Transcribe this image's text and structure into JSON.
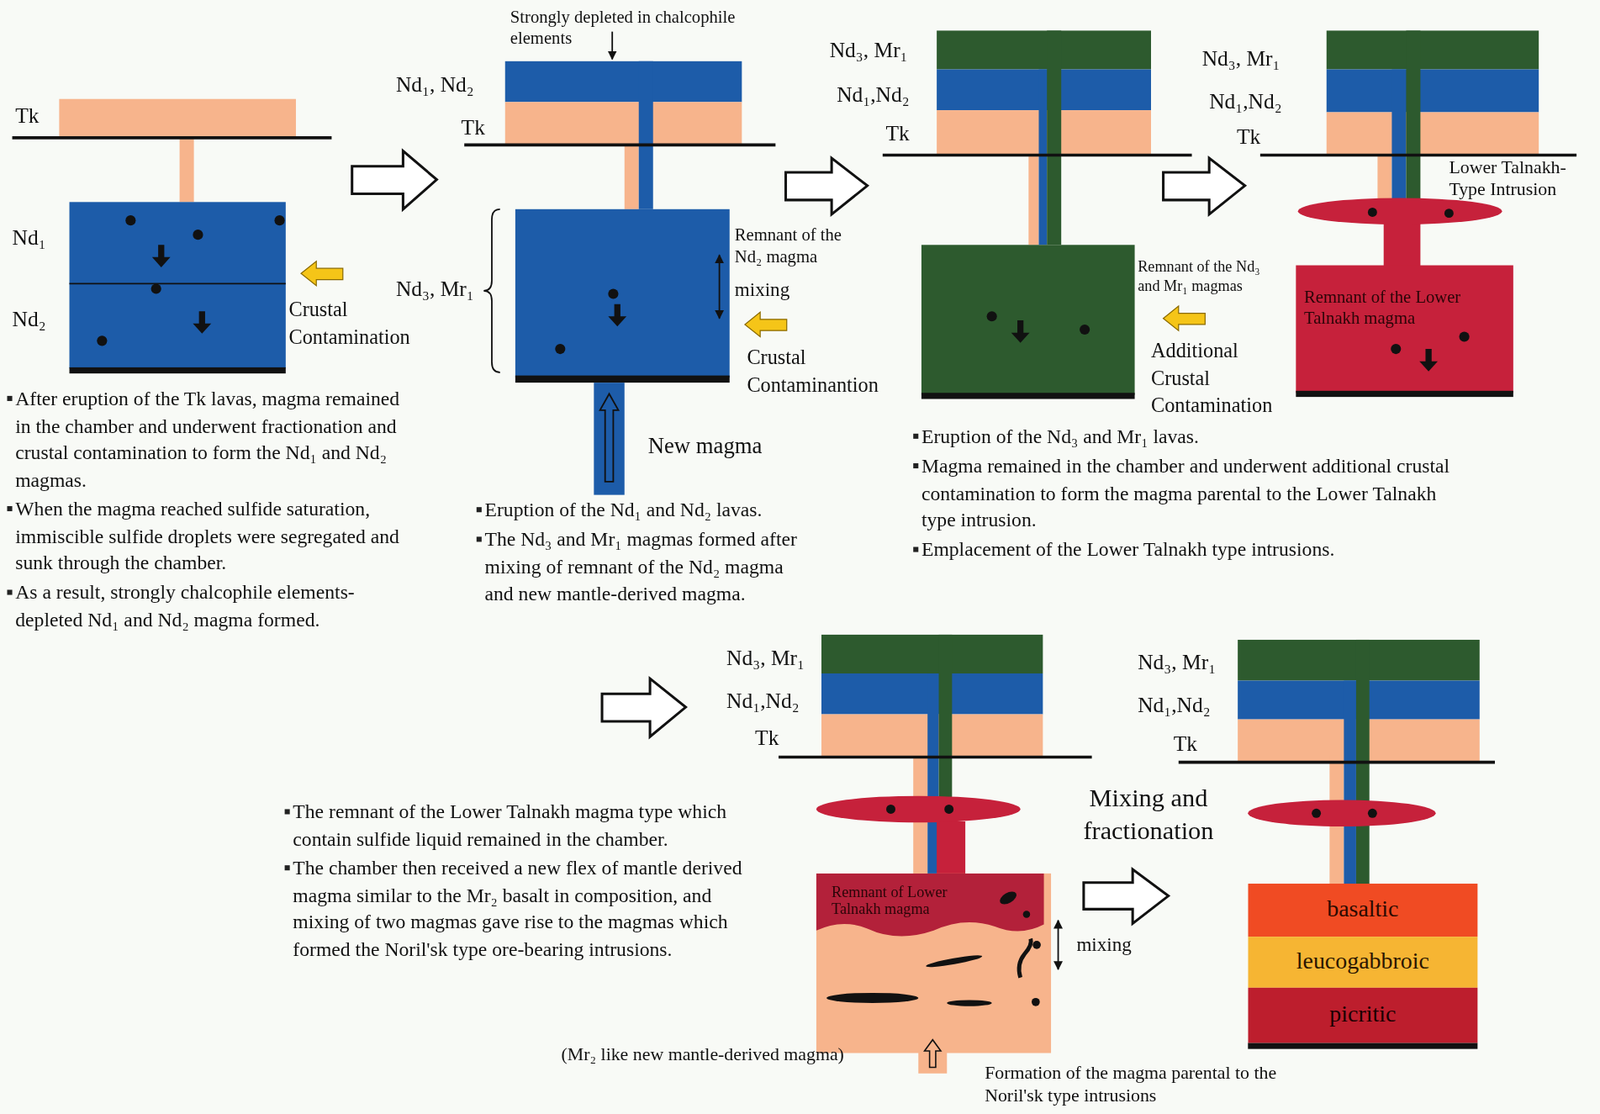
{
  "diagram": {
    "nodes": [
      {
        "text": [
          "Remnant of the Lower Talnakh magma"
        ]
      },
      {
        "text": [
          "Remnant of Lower Talnakh magma"
        ]
      },
      {
        "text": [
          "basaltic"
        ]
      },
      {
        "text": [
          "leucogabbroic"
        ]
      },
      {
        "text": [
          "picritic"
        ]
      }
    ],
    "labels": [
      "Tk",
      "Nd₁",
      "Nd₂",
      "Crustal Contamination",
      "After eruption of the Tk lavas, magma remained in the chamber and underwent fractionation and crustal contamination to form the Nd₁ and Nd₂ magmas.",
      "When the magma reached sulfide saturation, immiscible sulfide droplets were segregated and sunk through the chamber.",
      "As a result, strongly chalcophile elements-depleted Nd₁ and Nd₂ magma formed.",
      "Strongly depleted in chalcophile elements",
      "Nd₁, Nd₂",
      "Tk",
      "Nd₃, Mr₁",
      "Remnant of the Nd₂ magma",
      "mixing",
      "Crustal Contaminantion",
      "New magma",
      "Eruption of the Nd₁ and Nd₂ lavas.",
      "The Nd₃ and Mr₁ magmas formed after mixing of remnant of the Nd₂ magma and new mantle-derived magma.",
      "Nd₃, Mr₁",
      "Nd₁,Nd₂",
      "Tk",
      "Remnant of the Nd₃ and Mr₁ magmas",
      "Additional Crustal Contamination",
      "Eruption of the Nd₃ and Mr₁ lavas.",
      "Magma remained in the chamber and underwent additional crustal contamination to form the magma parental to the Lower Talnakh type intrusion.",
      "Emplacement of the Lower Talnakh type intrusions.",
      "Nd₃, Mr₁",
      "Nd₁,Nd₂",
      "Tk",
      "Lower Talnakh-Type Intrusion",
      "The remnant of the Lower Talnakh magma type which contain sulfide liquid remained in the chamber.",
      "The chamber then received a new flex of mantle derived magma similar to the Mr₂ basalt in composition, and mixing of two magmas gave rise to the magmas which formed the Noril'sk type ore-bearing intrusions.",
      "Nd₃, Mr₁",
      "Nd₁,Nd₂",
      "Tk",
      "mixing",
      "(Mr₂ like new mantle-derived magma)",
      "Mixing and fractionation",
      "Nd₃, Mr₁",
      "Nd₁,Nd₂",
      "Tk",
      "Formation of the magma parental to the Noril'sk type intrusions"
    ]
  }
}
